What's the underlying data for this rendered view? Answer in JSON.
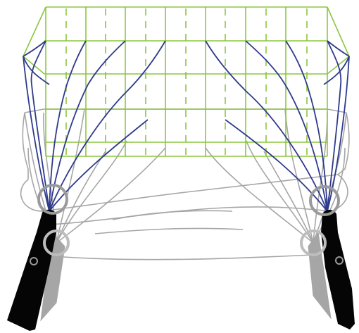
{
  "diagram": {
    "kind": "paraglider-line-plan",
    "colors": {
      "background": "#ffffff",
      "wing_grid": "#8cc63f",
      "front_lines": "#2e3a8c",
      "rear_lines": "#a6a6a6",
      "riser_front": "#000000",
      "riser_rear": "#a6a6a6",
      "carabiner": "#9a9a9a",
      "canopy_outline": "#9a9a9a"
    },
    "wing": {
      "cell_columns": 8,
      "rows": 4,
      "has_center_dashed_ribs": true
    },
    "line_groups": [
      {
        "name": "front-cascade",
        "color": "front_lines"
      },
      {
        "name": "rear-cascade",
        "color": "rear_lines"
      }
    ],
    "risers": [
      {
        "side": "left",
        "state": "front-black"
      },
      {
        "side": "right",
        "state": "front-black"
      }
    ]
  }
}
